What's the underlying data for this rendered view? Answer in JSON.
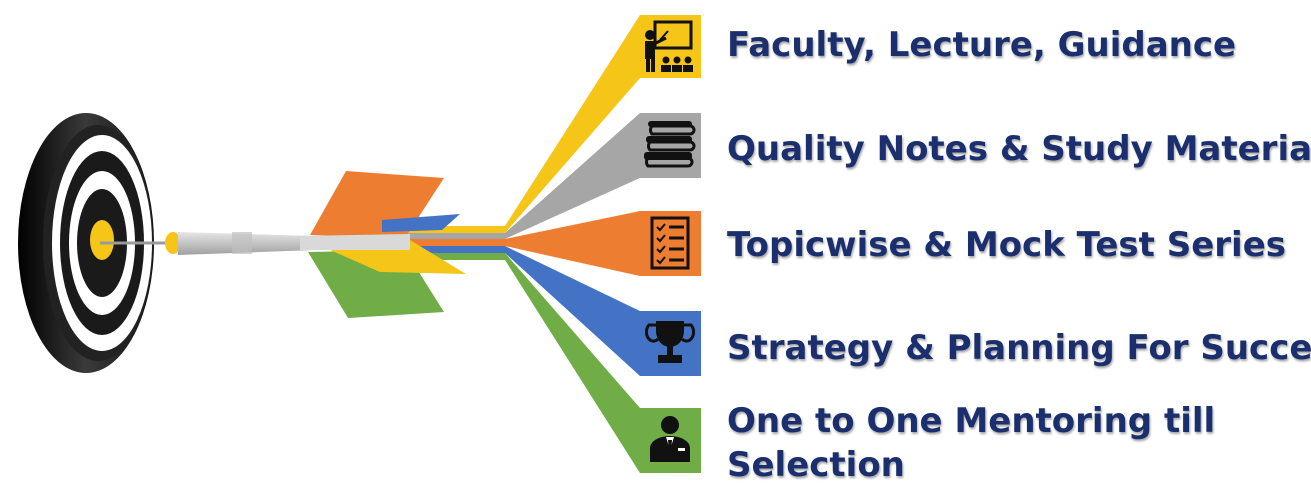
{
  "colors": {
    "navy": "#1b2f6e",
    "yellow": "#f5c518",
    "gray": "#a6a6a6",
    "orange": "#ed7d31",
    "blue": "#4472c4",
    "green": "#70ad47",
    "target_black": "#1a1a1a"
  },
  "items": [
    {
      "label": "Faculty, Lecture, Guidance",
      "icon": "teacher-presentation-icon",
      "color": "#f5c518"
    },
    {
      "label": "Quality Notes & Study Material",
      "icon": "stacked-books-icon",
      "color": "#a6a6a6"
    },
    {
      "label": "Topicwise & Mock Test Series",
      "icon": "checklist-icon",
      "color": "#ed7d31"
    },
    {
      "label": "Strategy & Planning For Success",
      "icon": "trophy-icon",
      "color": "#4472c4"
    },
    {
      "label": "One to One Mentoring till Selection",
      "icon": "mentor-person-icon",
      "color": "#70ad47"
    }
  ]
}
